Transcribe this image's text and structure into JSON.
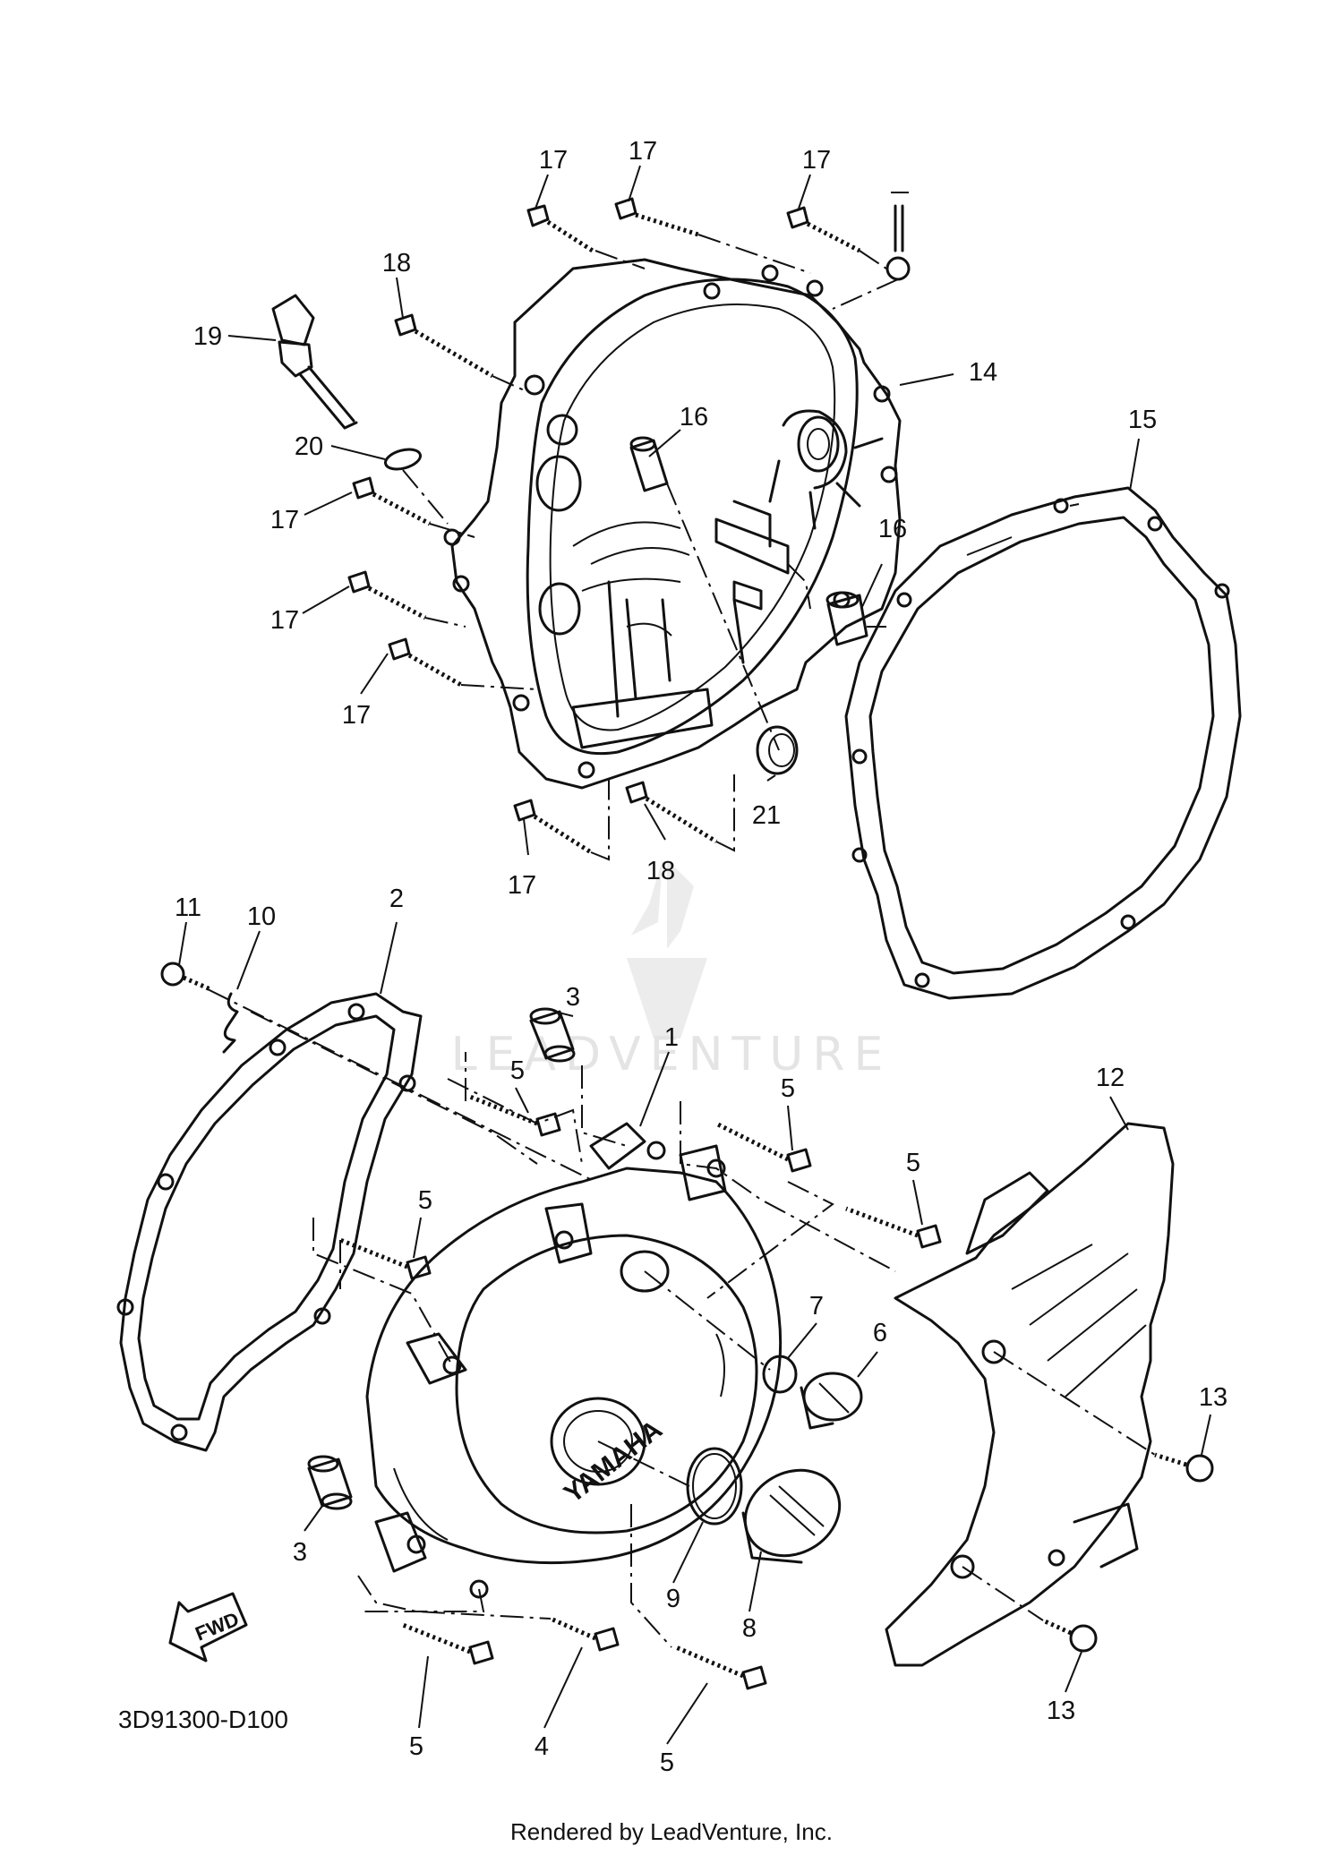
{
  "diagram": {
    "drawing_code": "3D91300-D100",
    "footer": "Rendered by LeadVenture, Inc.",
    "watermark": "LEADVENTURE",
    "cover_brand": "YAMAHA",
    "fwd_label": "FWD",
    "callouts": [
      {
        "label": "17"
      },
      {
        "label": "17"
      },
      {
        "label": "17"
      },
      {
        "label": "18"
      },
      {
        "label": "19"
      },
      {
        "label": "14"
      },
      {
        "label": "16"
      },
      {
        "label": "15"
      },
      {
        "label": "20"
      },
      {
        "label": "17"
      },
      {
        "label": "16"
      },
      {
        "label": "17"
      },
      {
        "label": "17"
      },
      {
        "label": "21"
      },
      {
        "label": "17"
      },
      {
        "label": "18"
      },
      {
        "label": "11"
      },
      {
        "label": "2"
      },
      {
        "label": "10"
      },
      {
        "label": "3"
      },
      {
        "label": "1"
      },
      {
        "label": "5"
      },
      {
        "label": "5"
      },
      {
        "label": "12"
      },
      {
        "label": "5"
      },
      {
        "label": "5"
      },
      {
        "label": "7"
      },
      {
        "label": "6"
      },
      {
        "label": "13"
      },
      {
        "label": "9"
      },
      {
        "label": "3"
      },
      {
        "label": "8"
      },
      {
        "label": "13"
      },
      {
        "label": "5"
      },
      {
        "label": "4"
      },
      {
        "label": "5"
      }
    ]
  }
}
